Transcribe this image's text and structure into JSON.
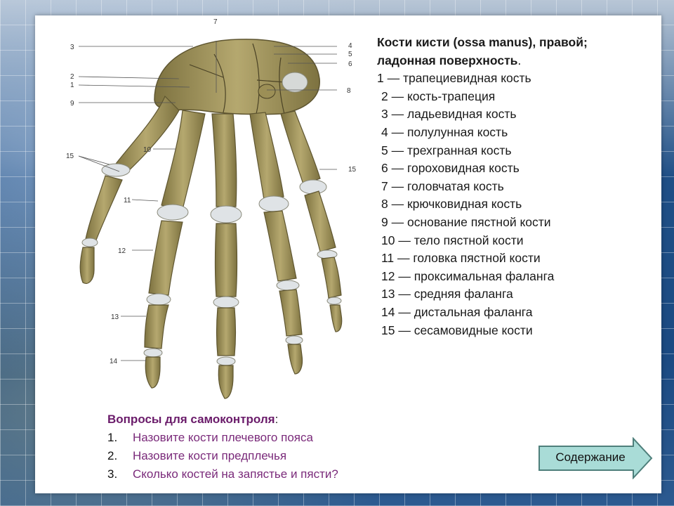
{
  "legend": {
    "title_line1": "Кости кисти (ossa manus), правой;",
    "title_line2": "ладонная поверхность",
    "title_suffix": ".",
    "items": [
      "1 — трапециевидная кость",
      "2 — кость-трапеция",
      "3 — ладьевидная кость",
      "4 — полулунная кость",
      "5 — трехгранная кость",
      "6 — гороховидная кость",
      "7 — головчатая кость",
      "8 — крючковидная кость",
      "9 — основание пястной кости",
      "10 — тело пястной кости",
      "11 — головка пястной кости",
      "12 — проксимальная фаланга",
      "13 — средняя фаланга",
      "14 — дистальная фаланга",
      "15 — сесамовидные кости"
    ]
  },
  "diagram_labels": [
    "7",
    "3",
    "4",
    "5",
    "6",
    "2",
    "1",
    "8",
    "9",
    "10",
    "15",
    "15",
    "11",
    "12",
    "13",
    "14"
  ],
  "questions": {
    "title": "Вопросы для самоконтроля",
    "title_suffix": ":",
    "items": [
      {
        "num": "1.",
        "text": "Назовите кости плечевого пояса"
      },
      {
        "num": "2.",
        "text": "Назовите кости предплечья"
      },
      {
        "num": "3.",
        "text": "Сколько костей на запястье и пясти?"
      }
    ]
  },
  "nav": {
    "contents_label": "Содержание"
  },
  "colors": {
    "bone": "#a89a62",
    "bone_dark": "#6e6436",
    "cartilage": "#dfe3e6",
    "question_title": "#6a1b6a",
    "question_text": "#7a2a7a",
    "nav_button_fill": "#a9dcd7"
  }
}
